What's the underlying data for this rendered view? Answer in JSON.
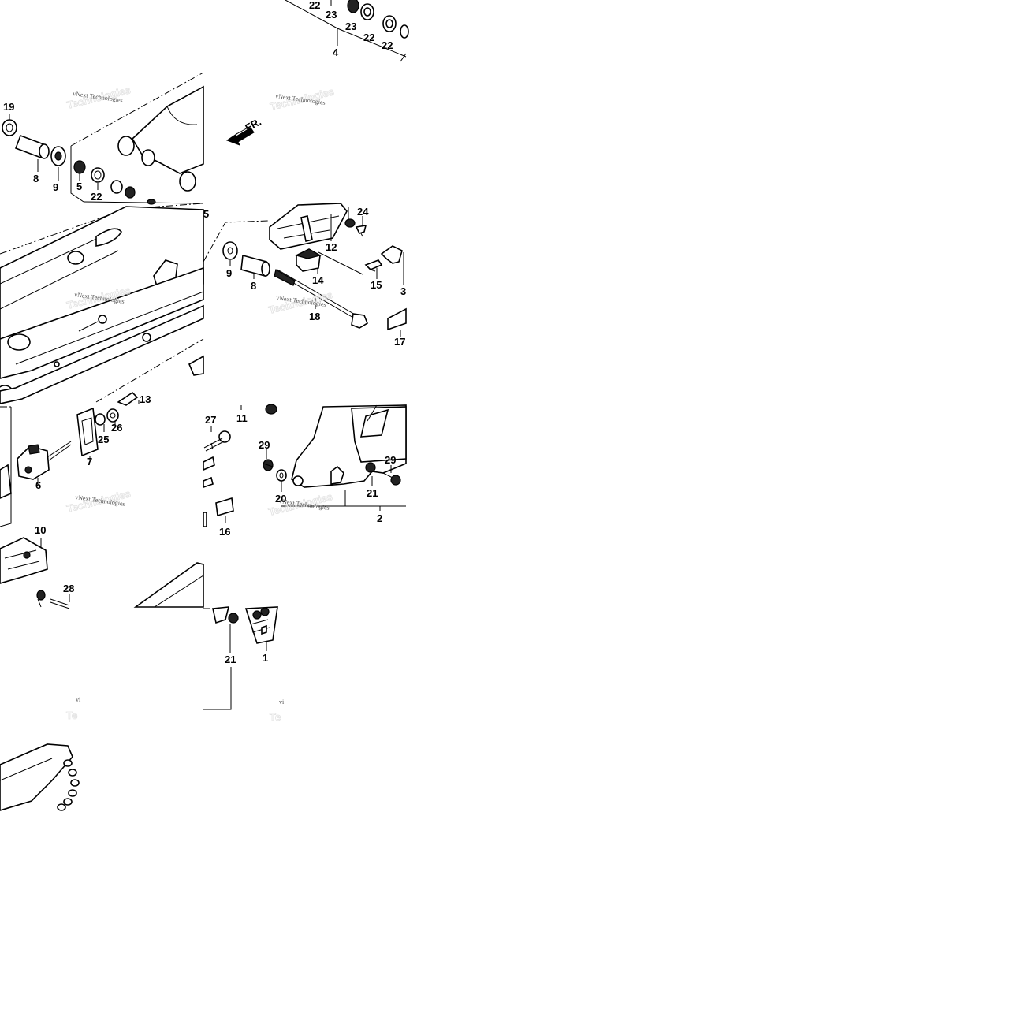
{
  "watermarks": [
    {
      "main": "vNext Technologies",
      "ghost": "Technologies"
    },
    {
      "main": "vNext Technologies",
      "ghost": "Technologies"
    },
    {
      "main": "vNext Technologies",
      "ghost": "Technologies"
    },
    {
      "main": "vNext Technologies",
      "ghost": "Technologies"
    },
    {
      "main": "vNext Technologies",
      "ghost": "Technologies"
    },
    {
      "main": "vNext Technologies",
      "ghost": "Technologies"
    },
    {
      "main": "vi",
      "ghost": "Te"
    },
    {
      "main": "vi",
      "ghost": "Te"
    }
  ],
  "direction_indicator": "FR.",
  "callouts": {
    "c22a": "22",
    "c23a": "23",
    "c23b": "23",
    "c22b": "22",
    "c22c": "22",
    "c4": "4",
    "c19": "19",
    "c8a": "8",
    "c9a": "9",
    "c5a": "5",
    "c22d": "22",
    "c5b": "5",
    "c24": "24",
    "c12": "12",
    "c9b": "9",
    "c8b": "8",
    "c14": "14",
    "c15": "15",
    "c3": "3",
    "c18": "18",
    "c17": "17",
    "c13": "13",
    "c26": "26",
    "c25": "25",
    "c7": "7",
    "c6": "6",
    "c10": "10",
    "c28": "28",
    "c27": "27",
    "c11": "11",
    "c29a": "29",
    "c20": "20",
    "c16": "16",
    "c29b": "29",
    "c21a": "21",
    "c2": "2",
    "c21b": "21",
    "c1": "1"
  }
}
